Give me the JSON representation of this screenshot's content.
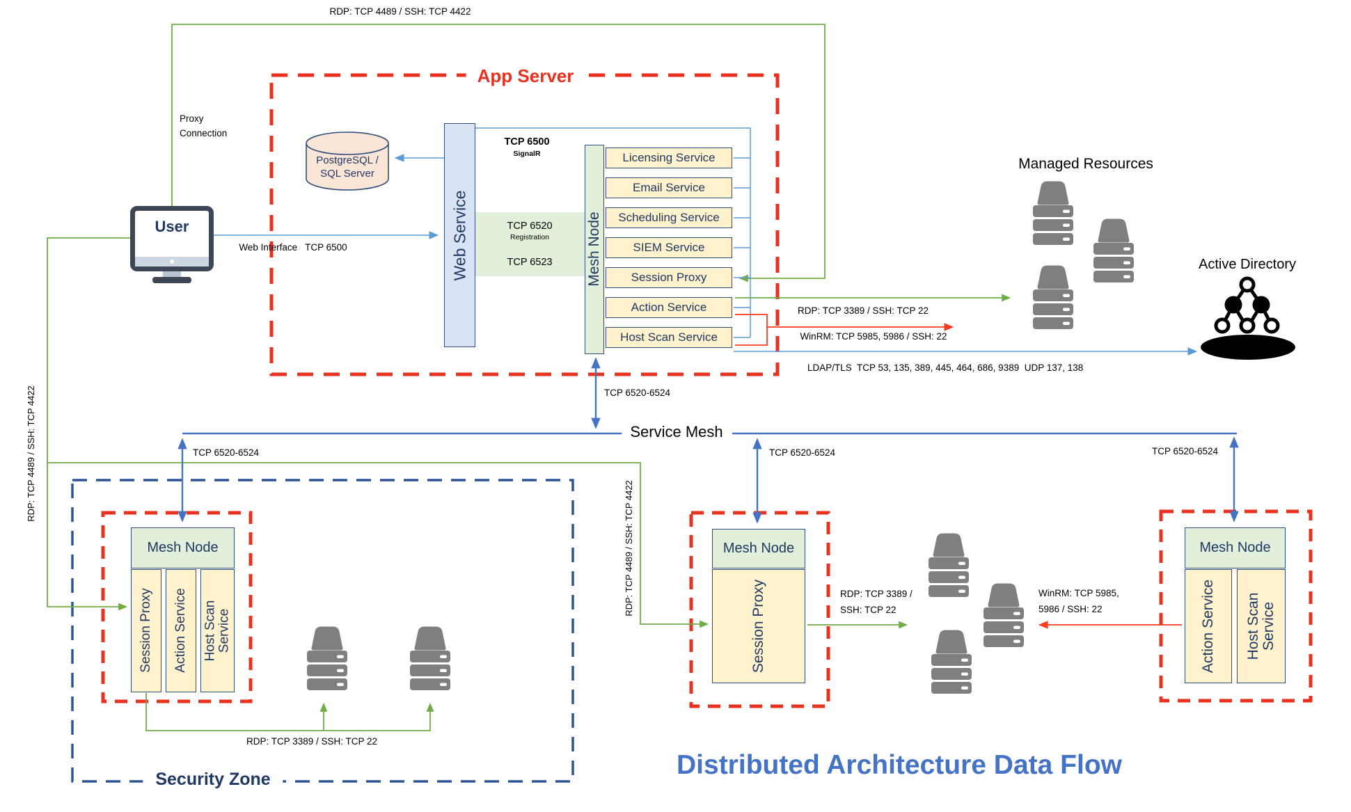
{
  "title": {
    "text": "Distributed Architecture Data Flow",
    "color": "#4472c4"
  },
  "colors": {
    "green_line": "#70ad47",
    "light_blue_line": "#5b9bd5",
    "mesh_blue": "#4472c4",
    "red_line": "#fa3a22",
    "red_dash": "#e8311f",
    "security_dash": "#2f5496",
    "navy_text": "#1f3864",
    "service_fill": "#fff2cc",
    "node_fill": "#e2efda",
    "web_service_fill": "#dae3f3",
    "db_fill": "#fbe5d6",
    "server_gray": "#7f7f7f"
  },
  "user": {
    "label": "User"
  },
  "labels": {
    "top_rdp": "RDP: TCP 4489 / SSH: TCP 4422",
    "proxy_connection_1": "Proxy",
    "proxy_connection_2": "Connection",
    "web_interface": "Web Interface   TCP 6500",
    "left_rdp_vertical": "RDP: TCP 4489 / SSH: TCP 4422",
    "mid_rdp_vertical": "RDP: TCP 4489 / SSH: TCP 4422",
    "signalr_port": "TCP 6500",
    "signalr_name": "SignalR",
    "reg_port_1": "TCP 6520",
    "reg_name": "Registration",
    "reg_port_2": "TCP 6523",
    "rdp_managed": "RDP: TCP 3389 / SSH: TCP 22",
    "winrm_managed": "WinRM: TCP 5985, 5986 / SSH: 22",
    "ldap": "LDAP/TLS  TCP 53, 135, 389, 445, 464, 686, 9389  UDP 137, 138",
    "mesh_port_app": "TCP 6520-6524",
    "mesh_port_left": "TCP 6520-6524",
    "mesh_port_mid": "TCP 6520-6524",
    "mesh_port_right": "TCP 6520-6524",
    "sz_rdp": "RDP: TCP 3389 / SSH: TCP 22",
    "mid_rdp_1": "RDP: TCP 3389 /",
    "mid_rdp_2": "SSH: TCP 22",
    "mid_winrm_1": "WinRM: TCP 5985,",
    "mid_winrm_2": "5986 / SSH: 22"
  },
  "app_server": {
    "label": "App Server",
    "database_line1": "PostgreSQL /",
    "database_line2": "SQL Server",
    "web_service": "Web Service",
    "mesh_node": "Mesh Node",
    "services": [
      "Licensing Service",
      "Email Service",
      "Scheduling Service",
      "SIEM Service",
      "Session Proxy",
      "Action Service",
      "Host Scan Service"
    ]
  },
  "managed_resources": {
    "label": "Managed Resources"
  },
  "active_directory": {
    "label": "Active Directory"
  },
  "service_mesh": {
    "label": "Service Mesh"
  },
  "security_zone": {
    "label": "Security Zone",
    "mesh_node": "Mesh Node",
    "columns": [
      "Session Proxy",
      "Action Service",
      "Host Scan Service"
    ]
  },
  "mid_node": {
    "mesh_node": "Mesh Node",
    "column": "Session Proxy"
  },
  "right_node": {
    "mesh_node": "Mesh Node",
    "columns": [
      "Action Service",
      "Host Scan Service"
    ]
  }
}
